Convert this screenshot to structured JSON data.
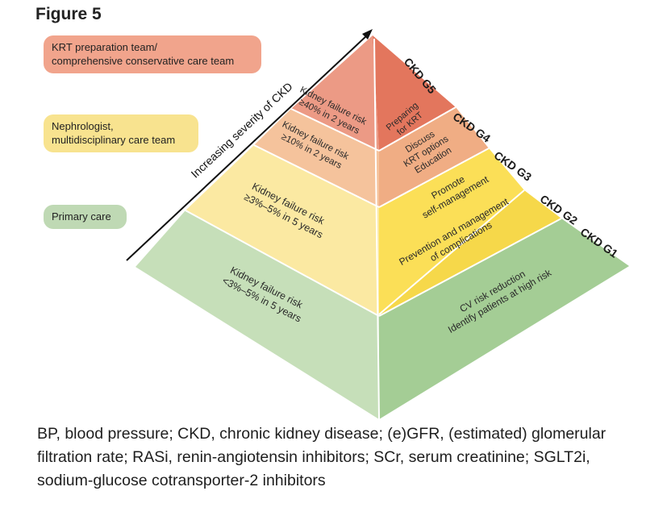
{
  "figure": {
    "title": "Figure 5"
  },
  "care_teams": {
    "krt": [
      "KRT preparation team/",
      "comprehensive conservative care team"
    ],
    "nephrologist": [
      "Nephrologist,",
      "multidisciplinary care team"
    ],
    "primary": "Primary care"
  },
  "axis_label": "Increasing severity of CKD",
  "risk_levels": {
    "g5": [
      "Kidney failure risk",
      "≥40% in 2 years"
    ],
    "g4": [
      "Kidney failure risk",
      "≥10% in 2 years"
    ],
    "g3": [
      "Kidney failure risk",
      "≥3%–5% in 5 years"
    ],
    "g1": [
      "Kidney failure risk",
      "<3%–5% in 5 years"
    ]
  },
  "stages": {
    "g5": "CKD G5",
    "g4": "CKD G4",
    "g3": "CKD G3",
    "g2": "CKD G2",
    "g1": "CKD G1"
  },
  "actions": {
    "g5": [
      "Preparing",
      "for KRT"
    ],
    "g4": [
      "Discuss",
      "KRT options",
      "Education"
    ],
    "g3": [
      "Promote",
      "self-management"
    ],
    "g2": [
      "Prevention and management",
      "of complications"
    ],
    "g1": [
      "CV risk reduction",
      "Identify patients at high risk"
    ]
  },
  "caption": [
    "BP, blood pressure; CKD, chronic kidney disease; (e)GFR, (estimated) glomerular",
    "filtration rate; RASi, renin-angiotensin inhibitors; SCr, serum creatinine; SGLT2i,",
    "sodium-glucose cotransporter-2 inhibitors"
  ],
  "colors": {
    "g5_left": "#ec9a85",
    "g5_right": "#e3765d",
    "g4_left": "#f5c39c",
    "g4_right": "#f0ad84",
    "g3_left": "#fbe9a2",
    "g3_right": "#fbdf57",
    "g2_right": "#f6d84a",
    "g1_left": "#c6dfb9",
    "g1_right": "#a4cd95",
    "pill_krt": "#f1a48c",
    "pill_neph": "#f8e38f",
    "pill_prim": "#bfd9b4"
  }
}
